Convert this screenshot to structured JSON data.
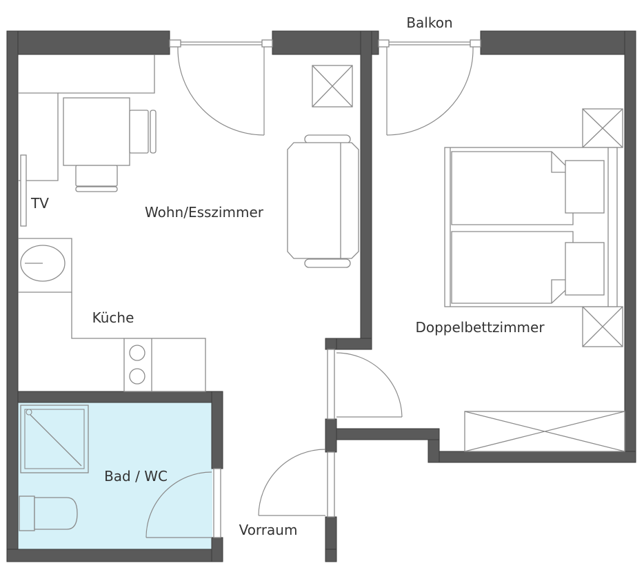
{
  "labels": {
    "balkon": "Balkon",
    "wohn": "Wohn/Esszimmer",
    "tv": "TV",
    "kueche": "Küche",
    "doppel": "Doppelbettzimmer",
    "bad": "Bad / WC",
    "vorraum": "Vorraum"
  },
  "colors": {
    "wall": "#5a5a5a",
    "line": "#8a8a8a",
    "bath_fill": "#d6f1f8",
    "text": "#333333"
  }
}
